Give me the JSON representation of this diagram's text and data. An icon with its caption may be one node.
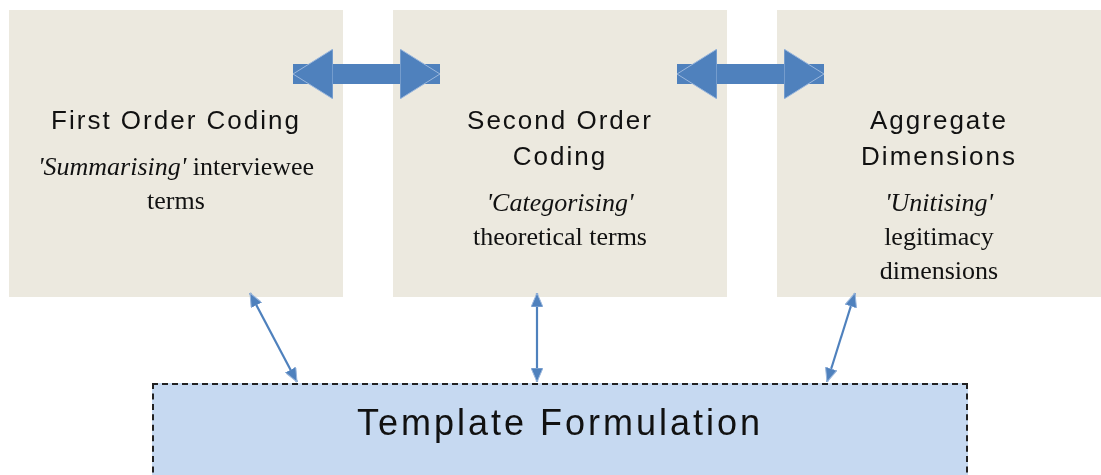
{
  "diagram": {
    "nodes": [
      {
        "text": [
          "First Order Coding",
          "*'Summarising'* interviewee terms"
        ]
      },
      {
        "text": [
          "Second Order Coding",
          "*'Categorising'* theoretical terms"
        ]
      },
      {
        "text": [
          "Aggregate Dimensions",
          "*'Unitising'* legitimacy dimensions"
        ]
      },
      {
        "text": [
          "Template Formulation"
        ]
      }
    ],
    "edges": [
      {
        "from": 0,
        "to": 1,
        "arrow": "both",
        "style": "thick"
      },
      {
        "from": 1,
        "to": 2,
        "arrow": "both",
        "style": "thick"
      },
      {
        "from": 0,
        "to": 3,
        "arrow": "both"
      },
      {
        "from": 1,
        "to": 3,
        "arrow": "both"
      },
      {
        "from": 2,
        "to": 3,
        "arrow": "both"
      }
    ]
  }
}
